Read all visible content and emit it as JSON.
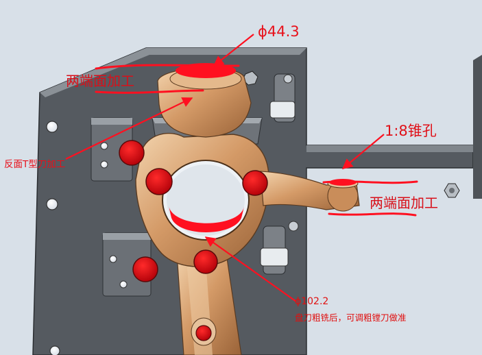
{
  "annotations": {
    "dim_top": "ϕ44.3",
    "face_left": "两端面加工",
    "tslot": "反面T型刀加工",
    "taper": "1:8锥孔",
    "face_right": "两端面加工",
    "dim_bore": "ϕ102.2",
    "bore_note": "盘刀粗铣后，可调粗镗刀做准"
  },
  "colors": {
    "background": "#d8e0e8",
    "fixture_plate": "#5d6166",
    "fixture_edge": "#9aa0a6",
    "part_bronze": "#d8a070",
    "part_highlight": "#f3d6b0",
    "markup_red": "#ff1020",
    "locator_red": "#d4000a"
  },
  "icons": [
    "bolt-icon",
    "locator-pin-icon",
    "swing-clamp-icon",
    "arrow-icon"
  ]
}
